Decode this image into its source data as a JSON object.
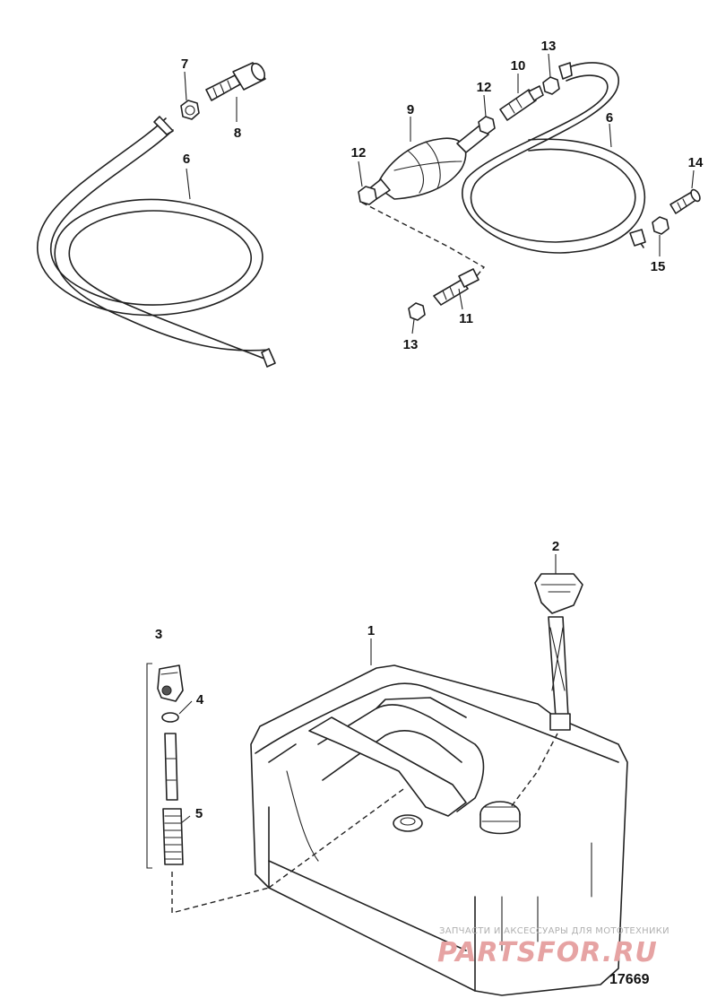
{
  "callouts": {
    "c1": "1",
    "c2": "2",
    "c3": "3",
    "c4": "4",
    "c5": "5",
    "c6a": "6",
    "c6b": "6",
    "c7": "7",
    "c8": "8",
    "c9": "9",
    "c10": "10",
    "c11": "11",
    "c12a": "12",
    "c12b": "12",
    "c13a": "13",
    "c13b": "13",
    "c14": "14",
    "c15": "15"
  },
  "drawing_number": "17669",
  "watermark": {
    "line1": "ЗАПЧАСТИ И АКСЕССУАРЫ ДЛЯ МОТОТЕХНИКИ",
    "line2": "PARTSFOR.RU",
    "color": "#e6a3a3"
  }
}
